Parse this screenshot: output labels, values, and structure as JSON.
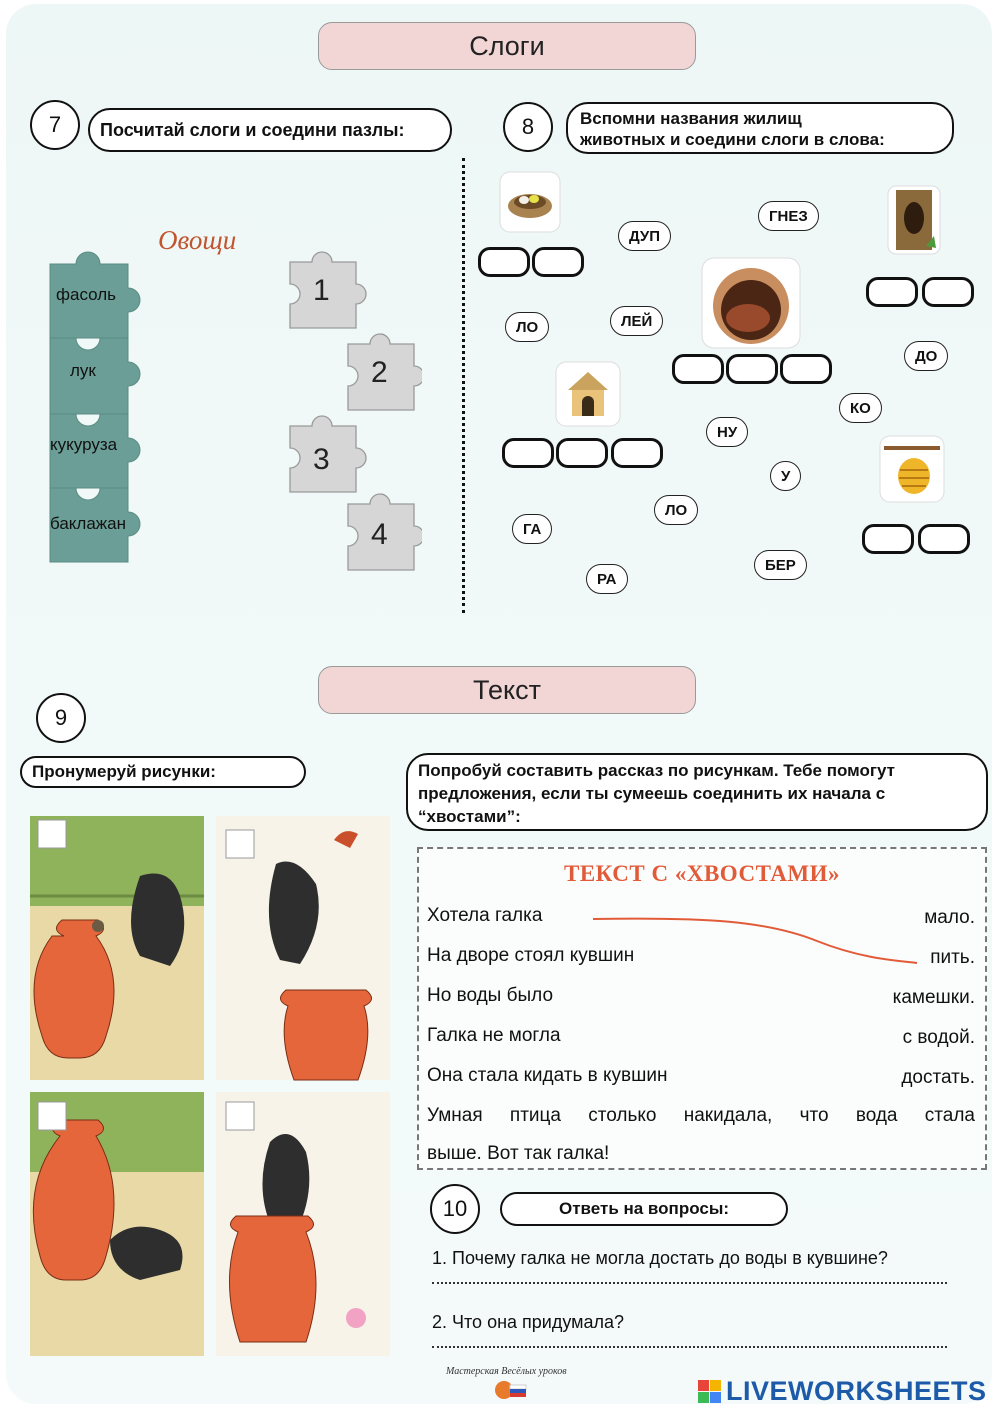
{
  "section1": {
    "title": "Слоги"
  },
  "task7": {
    "number": "7",
    "instruction": "Посчитай слоги и соедини пазлы:",
    "category": "Овощи",
    "vegetables": [
      "фасоль",
      "лук",
      "кукуруза",
      "баклажан"
    ],
    "numbers": [
      "1",
      "2",
      "3",
      "4"
    ]
  },
  "task8": {
    "number": "8",
    "instruction_line1": "Вспомни названия жилищ",
    "instruction_line2": "животных и соедини слоги в слова:",
    "syllables": [
      "ДУП",
      "ГНЕЗ",
      "ЛО",
      "ЛЕЙ",
      "ДО",
      "КО",
      "НУ",
      "У",
      "ЛО",
      "ГА",
      "БЕР",
      "РА"
    ],
    "pictures": [
      "nest-icon",
      "tree-hollow-icon",
      "den-icon",
      "doghouse-icon",
      "beehive-icon"
    ]
  },
  "section2": {
    "title": "Текст"
  },
  "task9": {
    "number": "9",
    "instruction": "Пронумеруй рисунки:"
  },
  "story": {
    "instruction_line1": "Попробуй составить рассказ по рисункам. Тебе помогут",
    "instruction_line2": "предложения, если ты сумеешь соединить их начала с",
    "instruction_line3": "“хвостами”:",
    "box_title": "ТЕКСТ С «ХВОСТАМИ»",
    "starts": [
      "Хотела галка",
      "На дворе стоял кувшин",
      "Но воды было",
      "Галка не могла",
      "Она стала кидать в кувшин"
    ],
    "tails": [
      "мало.",
      "пить.",
      "камешки.",
      "с водой.",
      "достать."
    ],
    "closing_line1": "Умная птица столько накидала, что вода стала",
    "closing_line2": "выше. Вот так галка!"
  },
  "task10": {
    "number": "10",
    "instruction": "Ответь на вопросы:",
    "q1": "1.  Почему галка не могла достать до воды в кувшине?",
    "q2": "2.  Что она придумала?"
  },
  "footer": {
    "brand": "LIVEWORKSHEETS",
    "small_logo_text": "Мастерская Весёлых уроков"
  },
  "colors": {
    "puzzle_teal": "#6a9e96",
    "puzzle_grey": "#d6d6d6",
    "banner_pink": "#f2d6d6",
    "tail_title": "#e25b39",
    "brand_blue": "#1d5aa8"
  }
}
